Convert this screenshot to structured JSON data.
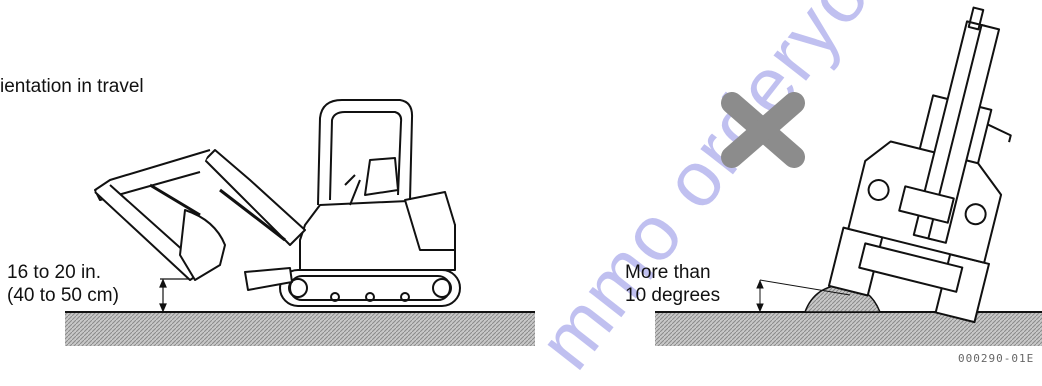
{
  "left_panel": {
    "heading": "ientation in travel",
    "height_label_line1": "16 to 20 in.",
    "height_label_line2": "(40 to 50 cm)"
  },
  "right_panel": {
    "angle_label_line1": "More than",
    "angle_label_line2": "10 degrees",
    "prohibited_mark": "x-prohibited-icon"
  },
  "figure_code": "000290-01E",
  "watermark": "mmo orderyo",
  "colors": {
    "line": "#111111",
    "ground_hatch": "#9a9a9a",
    "x_mark": "#8c8c8c",
    "watermark": "#2222cc"
  }
}
